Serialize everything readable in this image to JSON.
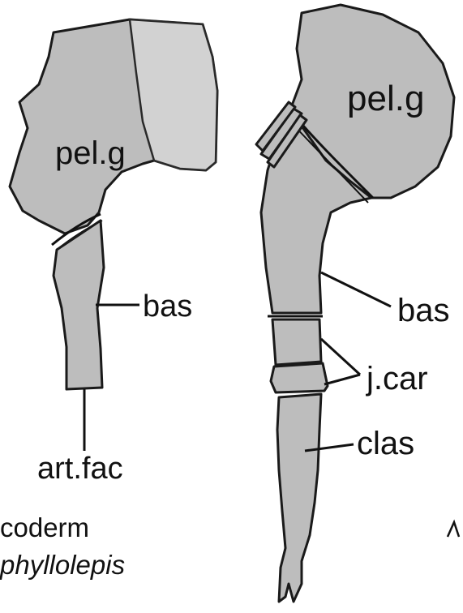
{
  "left_fin": {
    "labels": {
      "pelvic_girdle": "pel.g",
      "basal": "bas",
      "articular_facet": "art.fac"
    }
  },
  "right_fin": {
    "labels": {
      "pelvic_girdle": "pel.g",
      "basal": "bas",
      "joint_cartilage": "j.car",
      "clasper": "clas"
    }
  },
  "caption": {
    "line1": "coderm",
    "line2": "phyllolepis"
  },
  "colors": {
    "bone_fill": "#bdbdbd",
    "bone_fill_light": "#d2d2d2",
    "outline": "#1a1a1a"
  }
}
